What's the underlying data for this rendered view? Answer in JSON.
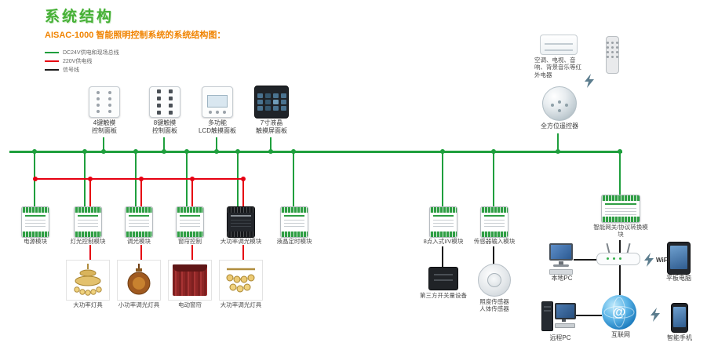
{
  "header": {
    "title": "系统结构",
    "subtitle": "AISAC-1000 智能照明控制系统的系统结构图："
  },
  "legend": {
    "dc24v": "DC24V供电和现场总线",
    "v220": "220V供电线",
    "signal": "信号线"
  },
  "colors": {
    "bus_green": "#1f9f3d",
    "power_red": "#e60012",
    "signal_black": "#1a1a1a",
    "title_green": "#45b035",
    "subtitle_orange": "#f08300"
  },
  "panels": {
    "key4": "4键触摸\n控制面板",
    "key8": "8键触摸\n控制面板",
    "lcd": "多功能\nLCD触摸面板",
    "inch7": "7寸液晶\n触摸屏面板"
  },
  "ir": {
    "appliances": "空调、电视、音响、背景音乐等红外电器",
    "ball": "全方位遥控器"
  },
  "modules": {
    "power": "电源模块",
    "light": "灯光控制模块",
    "dim": "调光模块",
    "curtain": "窗帘控制",
    "highpower": "大功率调光模块",
    "timer": "液晶定时模块",
    "iv": "8点入式I/V模块",
    "sensor_in": "传感器输入模块"
  },
  "loads": {
    "lamp_high": "大功率灯具",
    "lamp_low": "小功率调光灯具",
    "curtain": "电动窗帘",
    "lamp_high2": "大功率调光灯具",
    "thirdparty": "第三方开关量设备",
    "sensors": "照度传感器\n人体传感器"
  },
  "network": {
    "gateway": "智能网关/协议转换模块",
    "local_pc": "本地PC",
    "wifi": "WiFi",
    "tablet": "平板电脑",
    "remote_pc": "远程PC",
    "internet": "互联网",
    "internet_glyph": "@",
    "phone": "智能手机"
  }
}
